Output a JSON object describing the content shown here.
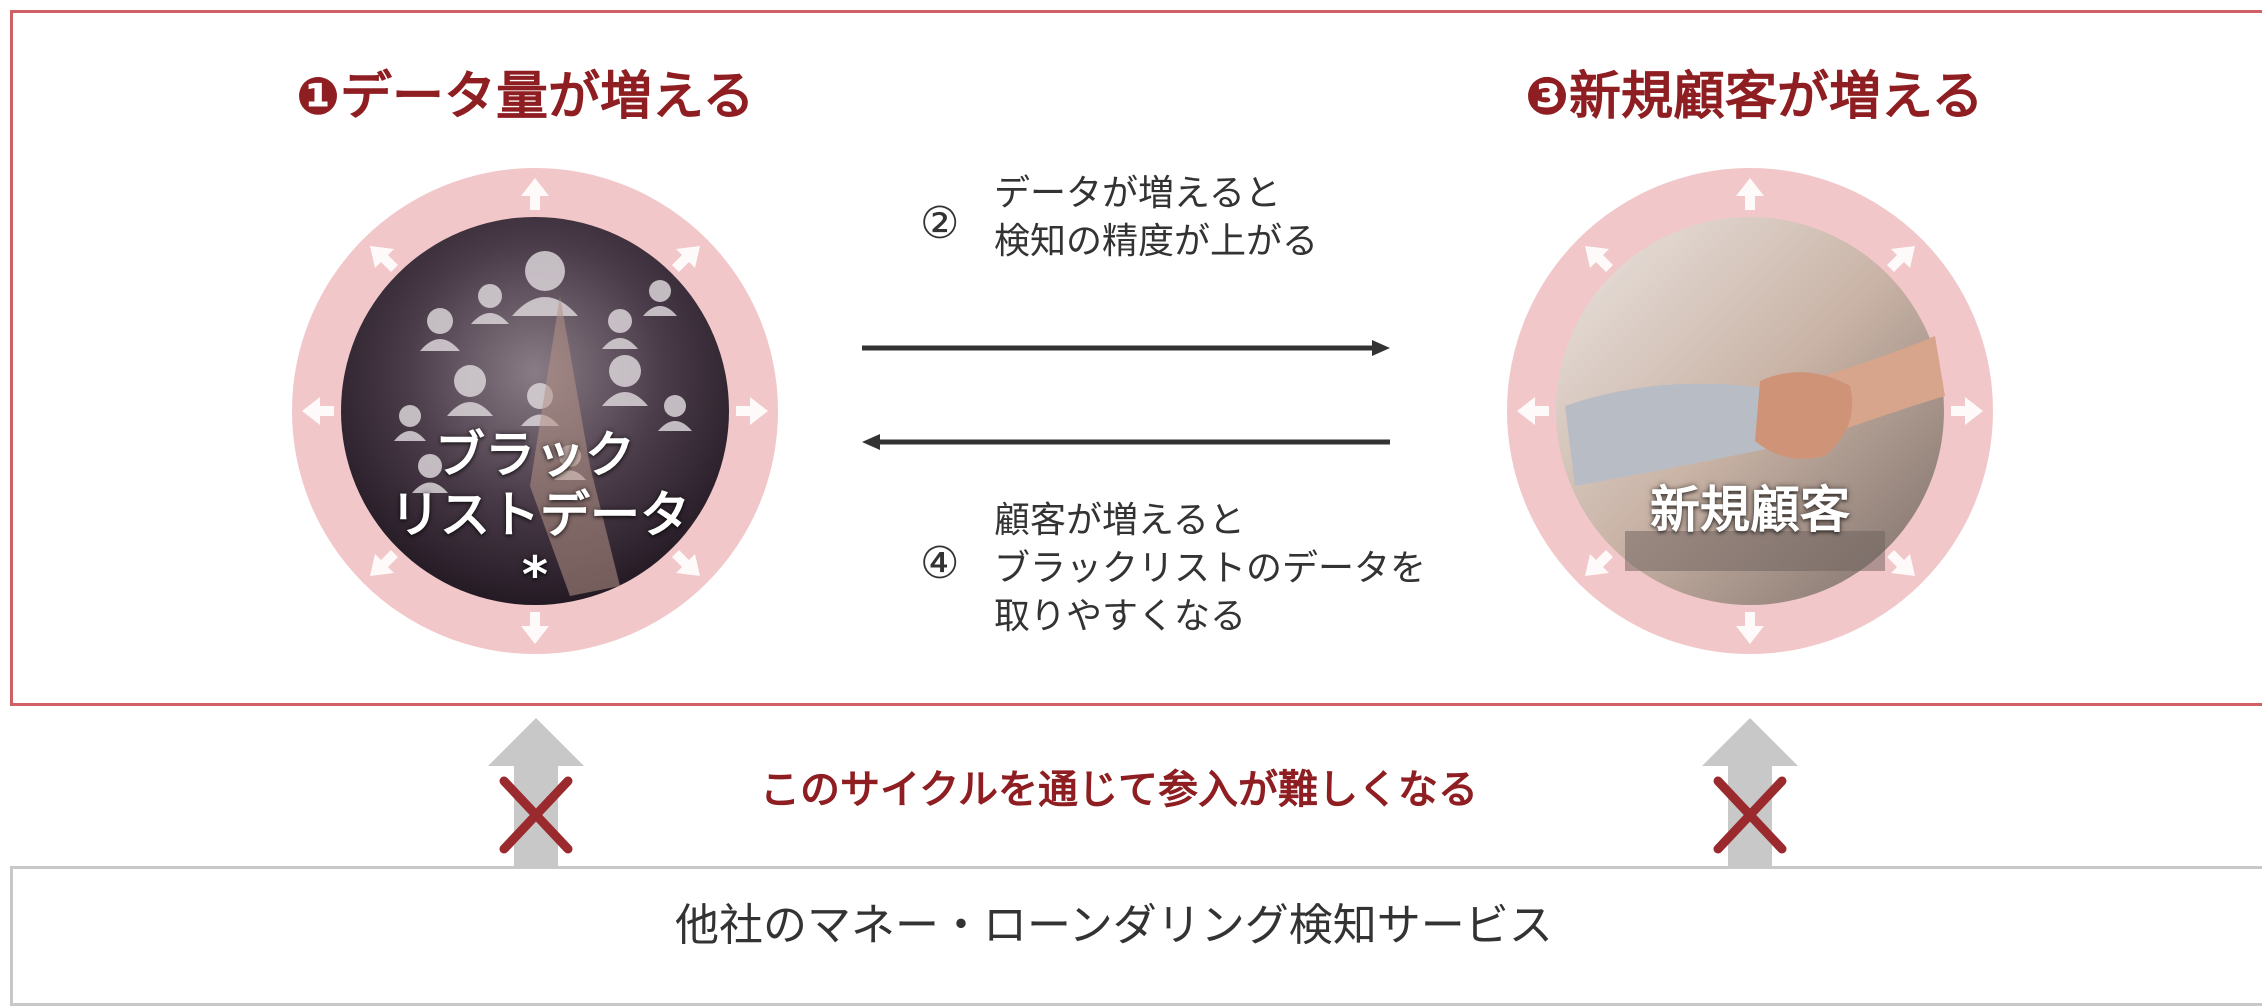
{
  "cycle": {
    "step1_heading": "❶データ量が増える",
    "step3_heading": "❸新規顧客が増える",
    "left_circle_label_line1": "ブラック",
    "left_circle_label_line2": "リストデータ",
    "left_circle_label_line3": "*",
    "right_circle_label": "新規顧客",
    "step2_number": "②",
    "step2_line1": "データが増えると",
    "step2_line2": "検知の精度が上がる",
    "step4_number": "④",
    "step4_line1": "顧客が増えると",
    "step4_line2": "ブラックリストのデータを",
    "step4_line3": "取りやすくなる"
  },
  "barrier": {
    "caption": "このサイクルを通じて参入が難しくなる"
  },
  "competitor": {
    "label": "他社のマネー・ローンダリング検知サービス"
  },
  "colors": {
    "accent_red": "#8e1e21",
    "border_red": "#d05f66",
    "ring_pink": "#f1c7c9",
    "arrow_gray": "#c8c8c8",
    "cross_red": "#9a2a2d",
    "text_gray": "#333333"
  }
}
